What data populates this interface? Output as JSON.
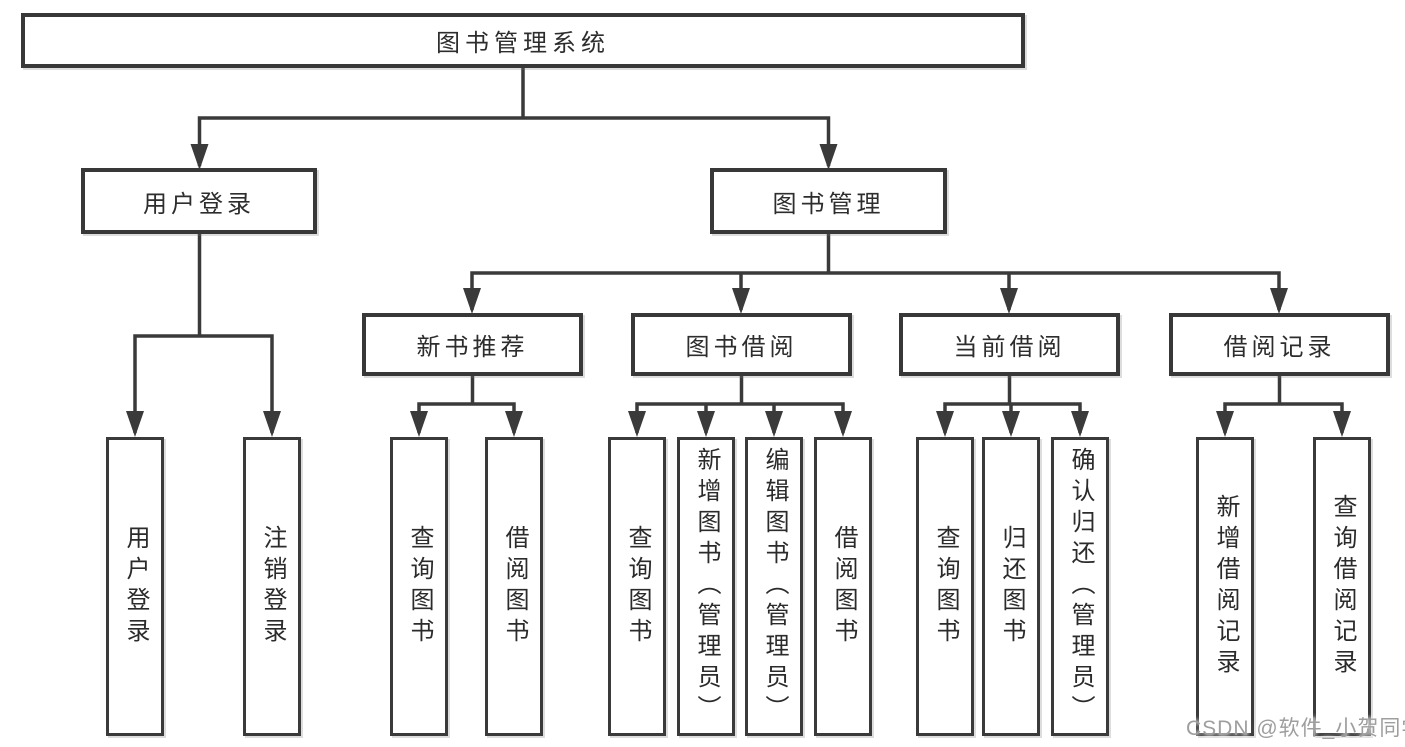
{
  "diagram_title": "图书管理系统",
  "watermark": "CSDN @软件_小贺同学",
  "colors": {
    "background": "#ffffff",
    "box_border": "#383838",
    "connector_line": "#3a3a3a",
    "text": "#2d2d2d",
    "watermark_text": "#9e9e9e"
  },
  "nodes": {
    "root": {
      "label": "图书管理系统"
    },
    "level2": [
      {
        "label": "用户登录"
      },
      {
        "label": "图书管理"
      }
    ],
    "level3": [
      {
        "label": "新书推荐",
        "parent": "图书管理"
      },
      {
        "label": "图书借阅",
        "parent": "图书管理"
      },
      {
        "label": "当前借阅",
        "parent": "图书管理"
      },
      {
        "label": "借阅记录",
        "parent": "图书管理"
      }
    ],
    "leaves": [
      {
        "label": "用户登录",
        "parent": "用户登录"
      },
      {
        "label": "注销登录",
        "parent": "用户登录"
      },
      {
        "label": "查询图书",
        "parent": "新书推荐"
      },
      {
        "label": "借阅图书",
        "parent": "新书推荐"
      },
      {
        "label": "查询图书",
        "parent": "图书借阅"
      },
      {
        "label": "新增图书（管理员）",
        "parent": "图书借阅"
      },
      {
        "label": "编辑图书（管理员）",
        "parent": "图书借阅"
      },
      {
        "label": "借阅图书",
        "parent": "图书借阅"
      },
      {
        "label": "查询图书",
        "parent": "当前借阅"
      },
      {
        "label": "归还图书",
        "parent": "当前借阅"
      },
      {
        "label": "确认归还（管理员）",
        "parent": "当前借阅"
      },
      {
        "label": "新增借阅记录",
        "parent": "借阅记录"
      },
      {
        "label": "查询借阅记录",
        "parent": "借阅记录"
      }
    ]
  }
}
